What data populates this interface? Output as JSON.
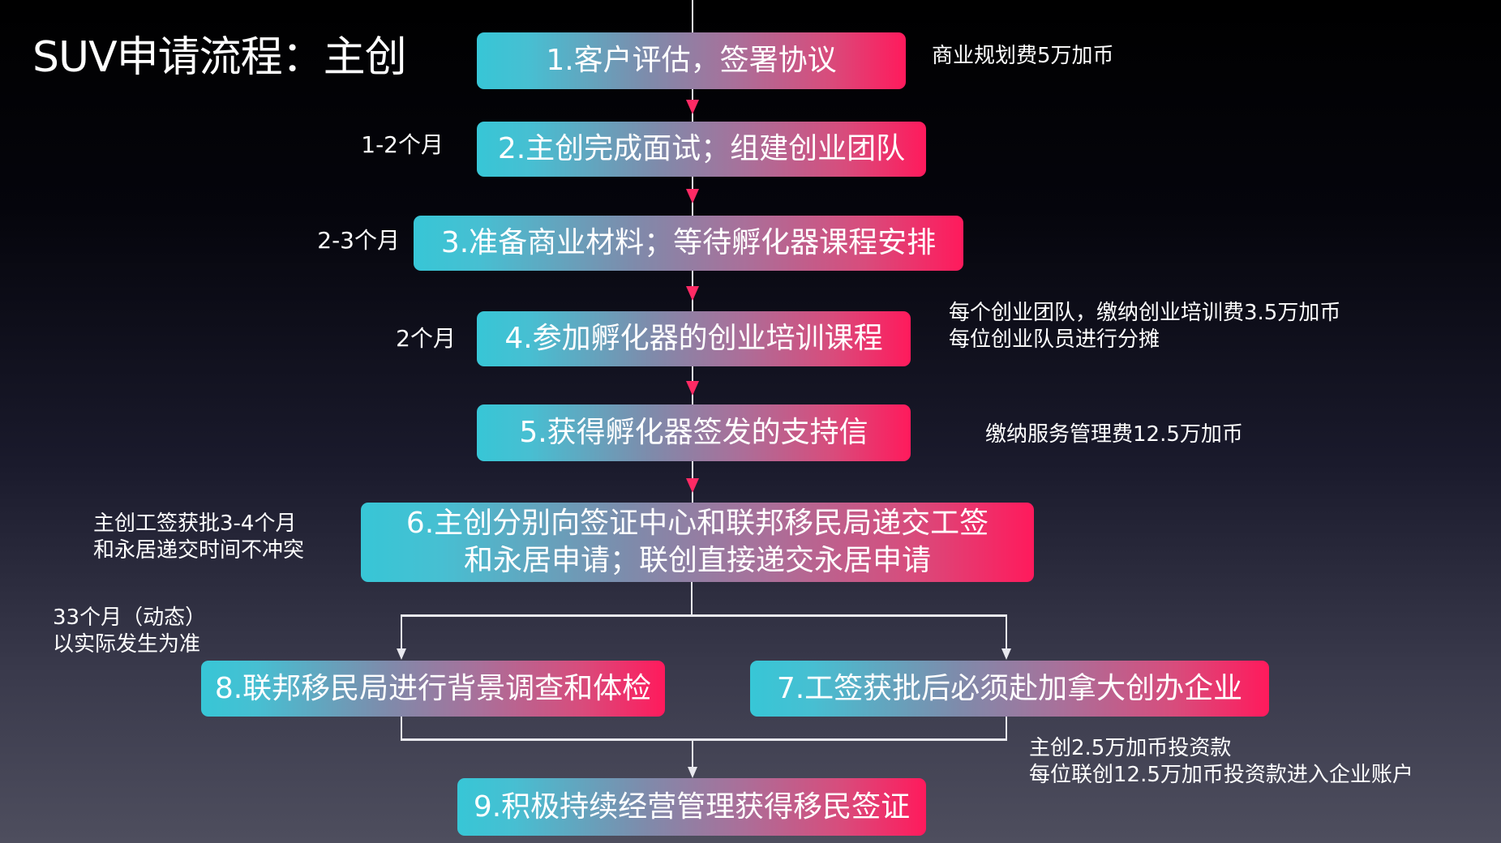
{
  "title": "SUV申请流程：主创",
  "steps": [
    {
      "label": "1.客户评估，签署协议"
    },
    {
      "label": "2.主创完成面试；组建创业团队"
    },
    {
      "label": "3.准备商业材料；等待孵化器课程安排"
    },
    {
      "label": "4.参加孵化器的创业培训课程"
    },
    {
      "label": "5.获得孵化器签发的支持信"
    },
    {
      "line1": "6.主创分别向签证中心和联邦移民局递交工签",
      "line2": "和永居申请；联创直接递交永居申请"
    },
    {
      "label": "7.工签获批后必须赴加拿大创办企业"
    },
    {
      "label": "8.联邦移民局进行背景调查和体检"
    },
    {
      "label": "9.积极持续经营管理获得移民签证"
    }
  ],
  "durations": {
    "step2": "1-2个月",
    "step3": "2-3个月",
    "step4": "2个月",
    "step6": [
      "主创工签获批3-4个月",
      "和永居递交时间不冲突"
    ],
    "step8": [
      "33个月（动态）",
      "以实际发生为准"
    ]
  },
  "fees": {
    "step1": "商业规划费5万加币",
    "step4": [
      "每个创业团队，缴纳创业培训费3.5万加币",
      "每位创业队员进行分摊"
    ],
    "step5": "缴纳服务管理费12.5万加币",
    "step7": [
      "主创2.5万加币投资款",
      "每位联创12.5万加币投资款进入企业账户"
    ]
  },
  "colors": {
    "gradient_start": "#37c6d6",
    "gradient_end": "#ff1a5c"
  }
}
